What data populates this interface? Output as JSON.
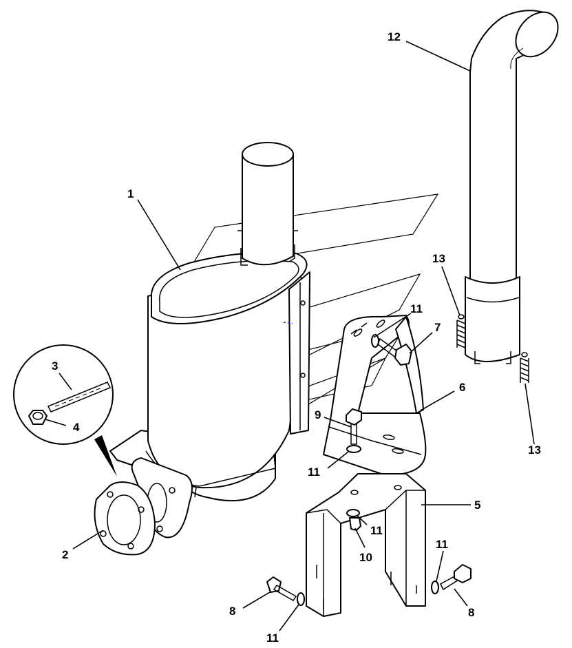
{
  "callouts": {
    "c1": "1",
    "c2": "2",
    "c3": "3",
    "c4": "4",
    "c5": "5",
    "c6": "6",
    "c7": "7",
    "c8a": "8",
    "c8b": "8",
    "c9": "9",
    "c10": "10",
    "c11a": "11",
    "c11b": "11",
    "c11c": "11",
    "c11d": "11",
    "c11e": "11",
    "c12": "12",
    "c13a": "13",
    "c13b": "13"
  },
  "colors": {
    "line": "#000000",
    "background": "#ffffff",
    "accent_dash": "#1a3fd6"
  }
}
